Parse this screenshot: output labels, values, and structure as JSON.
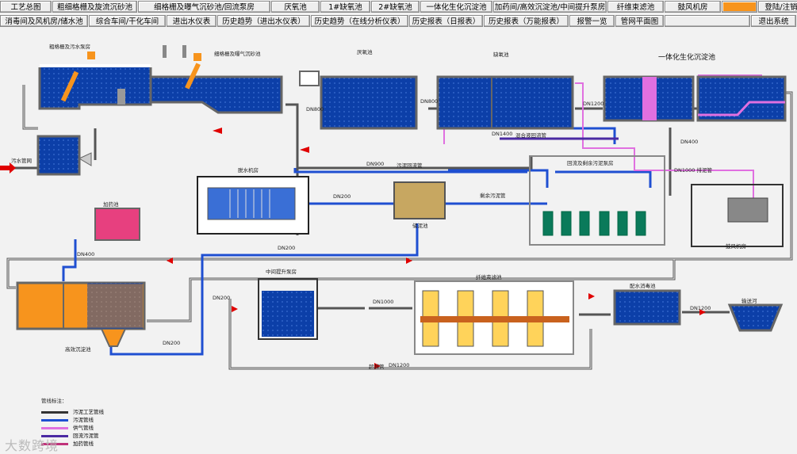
{
  "nav_row1": [
    {
      "label": "工艺总图",
      "active": false
    },
    {
      "label": "粗细格栅及旋流沉砂池",
      "active": false
    },
    {
      "label": "细格栅及曝气沉砂池/回流泵房",
      "active": false
    },
    {
      "label": "厌氧池",
      "active": false
    },
    {
      "label": "1#缺氧池",
      "active": false
    },
    {
      "label": "2#缺氧池",
      "active": false
    },
    {
      "label": "一体化生化沉淀池",
      "active": false
    },
    {
      "label": "加药间/高效沉淀池/中间提升泵房",
      "active": false
    },
    {
      "label": "纤维束滤池",
      "active": false
    },
    {
      "label": "鼓风机房",
      "active": false
    },
    {
      "label": "",
      "active": true
    },
    {
      "label": "登陆/注销",
      "active": false
    }
  ],
  "nav_row2": [
    {
      "label": "消毒间及风机房/储水池",
      "active": false
    },
    {
      "label": "综合车间/干化车间",
      "active": false
    },
    {
      "label": "进出水仪表",
      "active": false
    },
    {
      "label": "历史趋势（进出水仪表）",
      "active": false
    },
    {
      "label": "历史趋势（在线分析仪表）",
      "active": false
    },
    {
      "label": "历史报表（日报表）",
      "active": false
    },
    {
      "label": "历史报表（万能报表）",
      "active": false
    },
    {
      "label": "报警一览",
      "active": false
    },
    {
      "label": "管网平面图",
      "active": false
    },
    {
      "label": "",
      "active": false
    },
    {
      "label": "退出系统",
      "active": false
    }
  ],
  "units": {
    "grit": "粗格栅及污水泵房",
    "aerated": "细格栅及曝气沉砂池",
    "anaerobic": "厌氧池",
    "anoxic": "缺氧池",
    "integrated": "一体化生化沉淀池",
    "dewater": "脱水机房",
    "sludge_tank": "储泥池",
    "dosing": "加药池",
    "hd_settler": "高效沉淀池",
    "mid_pump": "中间提升泵房",
    "fiber_filter": "纤维束滤池",
    "clear_tank": "配水消毒池",
    "outfall": "输送河",
    "blower": "鼓风机房",
    "return_pump": "回流及剩余污泥泵房",
    "sewage_inlet": "污水管网"
  },
  "pipe_labels": {
    "dn800_a": "DN800",
    "dn800_b": "DN800",
    "dn1400": "DN1400",
    "mixed_return": "混合液回流管",
    "dn1200_a": "DN1200",
    "dn400_a": "DN400",
    "dn1000": "DN1000 排泥管",
    "dn900": "DN900",
    "sludge_return": "污泥回流管",
    "dn200_a": "DN200",
    "excess_sludge": "剩余污泥管",
    "dn400_b": "DN400",
    "dn200_b": "DN200",
    "dn200_c": "DN200",
    "dn200_d": "DN200",
    "dn1000_b": "DN1000",
    "dn1200_b": "DN1200",
    "overflow": "超越管",
    "dn1200_c": "DN1200"
  },
  "legend": {
    "title": "管线标注：",
    "items": [
      {
        "label": "污泥工艺管线",
        "color": "#333333"
      },
      {
        "label": "污泥管线",
        "color": "#1f4fd1"
      },
      {
        "label": "供气管线",
        "color": "#e070e0"
      },
      {
        "label": "回流污泥管",
        "color": "#4b2aa3"
      },
      {
        "label": "加药管线",
        "color": "#c0327a"
      }
    ]
  },
  "colors": {
    "water": "#0c3fa8",
    "active_tab": "#f7941d",
    "flow_arrow": "#e00000",
    "process_line": "#333333",
    "sludge_line": "#1f4fd1",
    "air_line": "#e070e0"
  },
  "watermark": "大数跨境"
}
